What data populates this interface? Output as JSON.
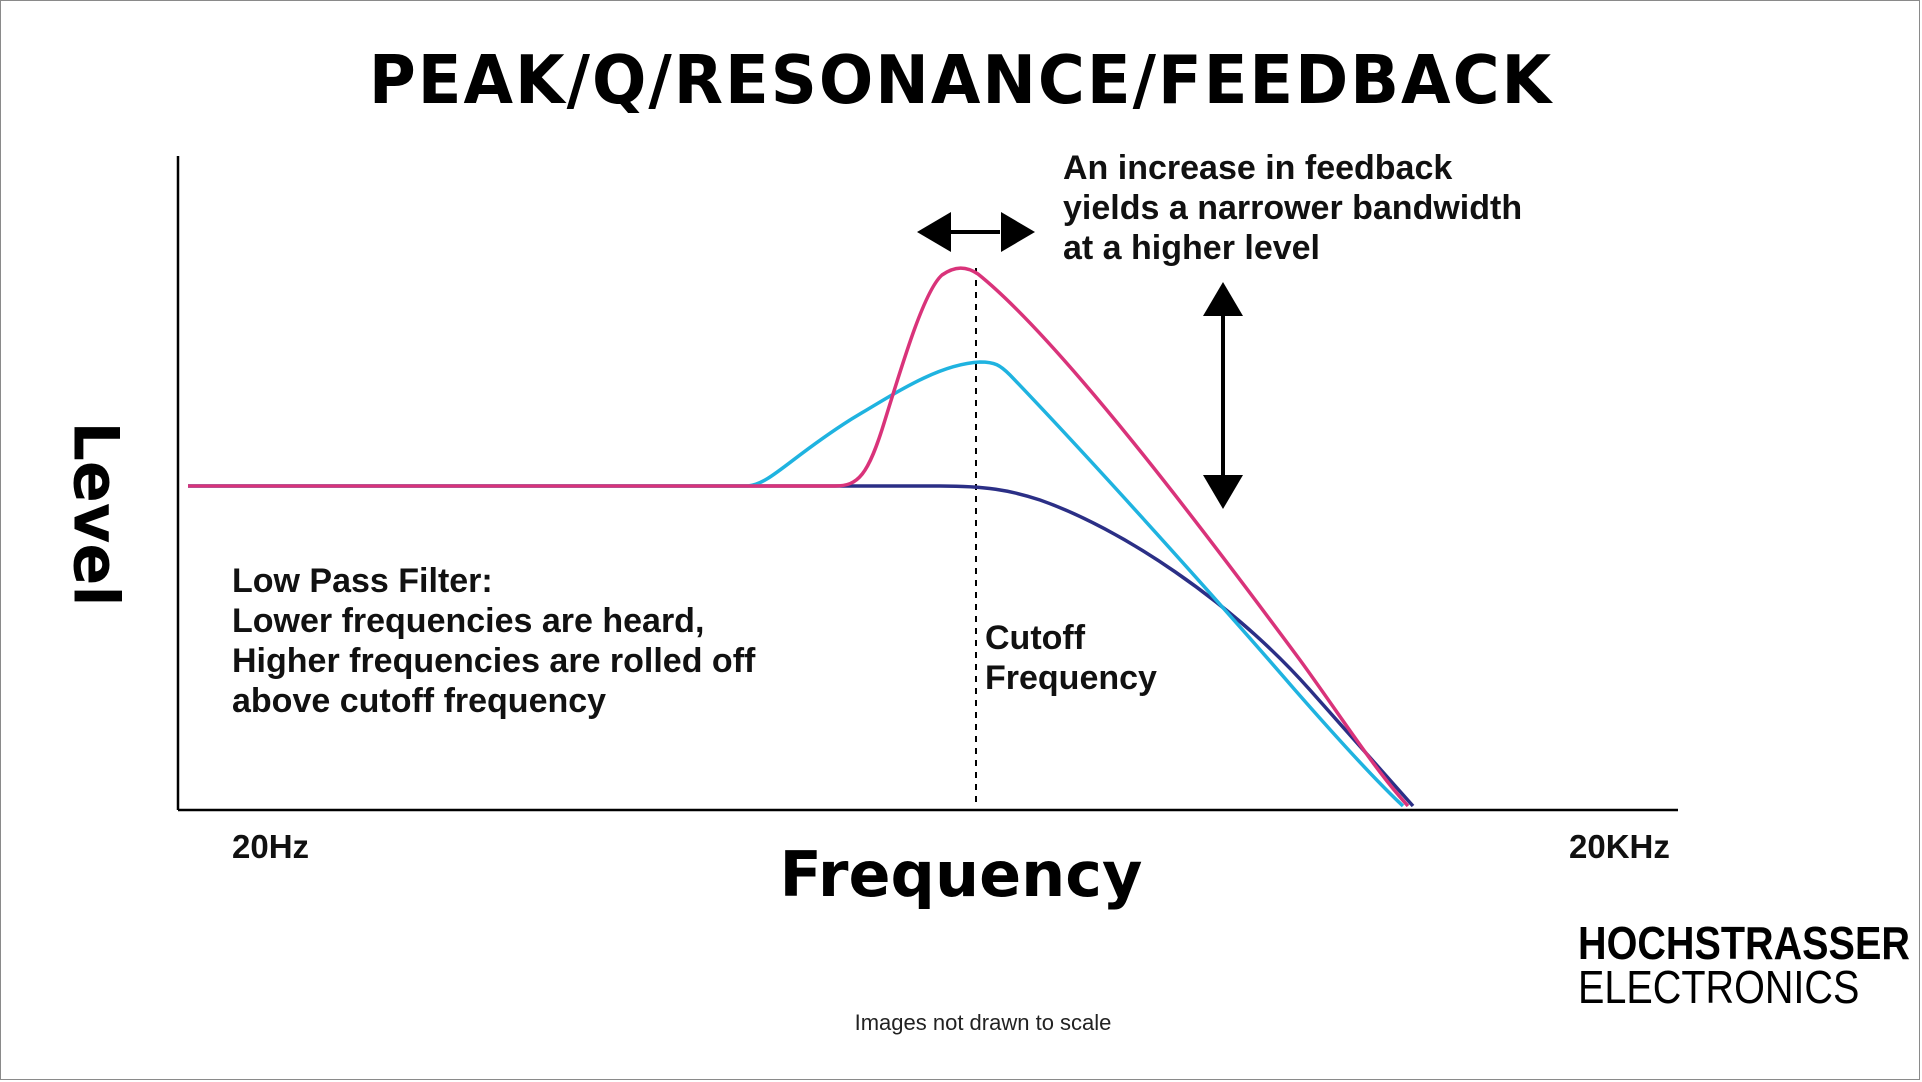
{
  "title": "PEAK/Q/RESONANCE/FEEDBACK",
  "axes": {
    "x_label": "Frequency",
    "y_label": "Level",
    "x_min_label": "20Hz",
    "x_max_label": "20KHz"
  },
  "annotations": {
    "feedback_note": "An increase in feedback\nyields a narrower bandwidth\nat a higher level",
    "lpf_note": "Low Pass Filter:\nLower frequencies are heard,\nHigher frequencies are rolled off\nabove cutoff frequency",
    "cutoff_note": "Cutoff\nFrequency"
  },
  "curves": [
    {
      "id": "no-resonance",
      "color": "#2b2f86"
    },
    {
      "id": "medium-resonance",
      "color": "#1fb3e0"
    },
    {
      "id": "high-resonance",
      "color": "#d9337a"
    }
  ],
  "footnote": "Images not drawn to scale",
  "logo": {
    "line1": "HOCHSTRASSER",
    "line2": "ELECTRONICS"
  },
  "colors": {
    "axis": "#000000",
    "text": "#111111"
  }
}
